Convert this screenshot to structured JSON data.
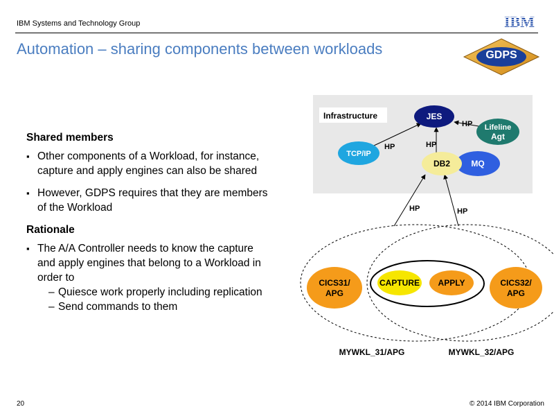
{
  "header": {
    "group": "IBM Systems and Technology Group",
    "title": "Automation – sharing components between workloads",
    "logo_text": "IBM",
    "gdps_text": "GDPS"
  },
  "content": {
    "shared_heading": "Shared members",
    "shared_items": [
      "Other components of a Workload, for instance, capture and apply engines can also be shared",
      "However, GDPS requires that they are members of the Workload"
    ],
    "rationale_heading": "Rationale",
    "rationale_item": "The A/A Controller needs to know the capture and apply engines that belong to a Workload in order to",
    "rationale_subitems": [
      "Quiesce work properly including replication",
      "Send commands to them"
    ]
  },
  "diagram": {
    "infrastructure_label": "Infrastructure",
    "nodes": {
      "jes": "JES",
      "lifeline_line1": "Lifeline",
      "lifeline_line2": "Agt",
      "tcpip": "TCP/IP",
      "db2": "DB2",
      "mq": "MQ",
      "cics31_line1": "CICS31/",
      "cics31_line2": "APG",
      "capture": "CAPTURE",
      "apply": "APPLY",
      "cics32_line1": "CICS32/",
      "cics32_line2": "APG"
    },
    "edge_labels": {
      "lifeline_jes": "HP",
      "tcpip_jes": "HP",
      "db2_jes": "HP",
      "wl31_db2": "HP",
      "wl32_db2": "HP"
    },
    "workload_labels": {
      "wl31": "MYWKL_31/APG",
      "wl32": "MYWKL_32/APG"
    }
  },
  "colors": {
    "title": "#4a7dc0",
    "navy_node": "#0e1a7e",
    "teal_node": "#1f7a6e",
    "cyan_node": "#1fa6e0",
    "yellow_node": "#f5ec9a",
    "blue_node": "#2f5fe0",
    "orange_node": "#f59b1a",
    "infra_bg": "#e8e8e8"
  },
  "footer": {
    "page_number": "20",
    "copyright": "© 2014 IBM Corporation"
  }
}
